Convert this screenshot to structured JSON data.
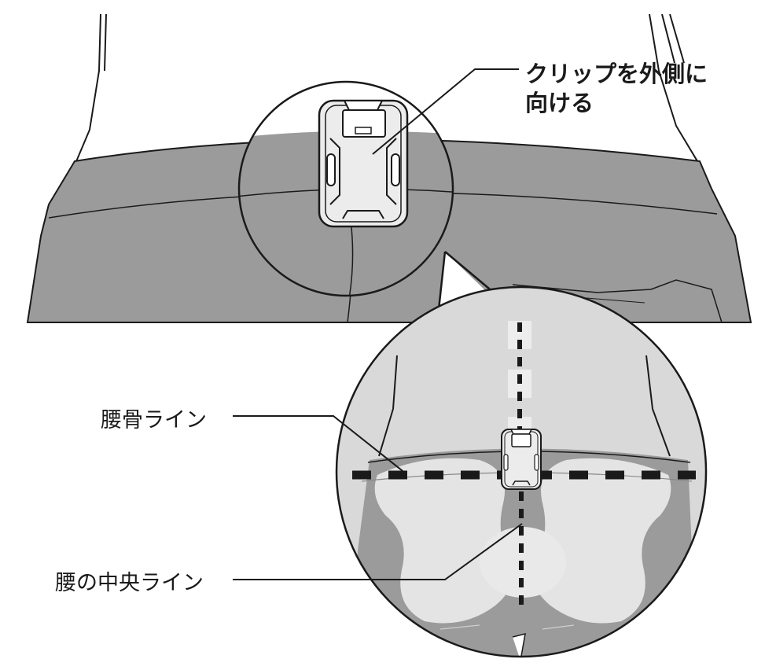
{
  "callouts": {
    "clip_orientation": {
      "line1": "クリップを外側に",
      "line2": "向ける"
    },
    "hip_bone_line": "腰骨ライン",
    "waist_center_line": "腰の中央ライン"
  },
  "colors": {
    "clothing_dark": "#9b9b9b",
    "clothing_mid": "#b4b4b4",
    "background_light": "#d9d9d9",
    "highlight": "#e6e6e6",
    "device_body": "#ececec",
    "outline": "#1a1a1a",
    "guide_dash": "#1a1a1a"
  },
  "icons": {
    "device": "clip-on-sensor-icon"
  }
}
